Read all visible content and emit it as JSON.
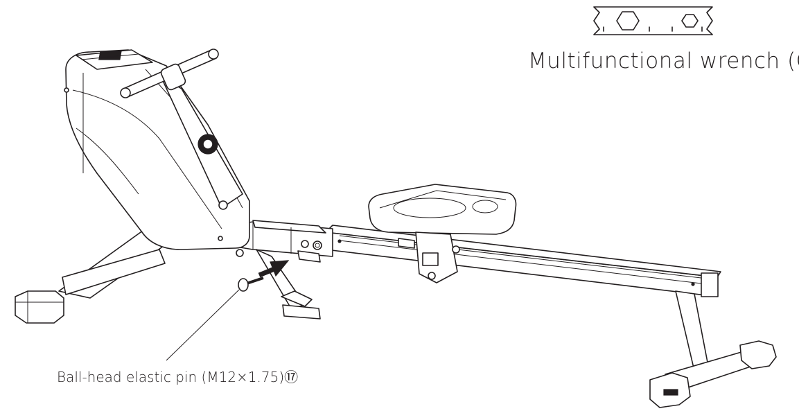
{
  "labels": {
    "wrench": "Multifunctional wrench (C)",
    "pin": "Ball-head elastic pin (M12×1.75)⑰"
  },
  "icons": [
    "wrench-icon",
    "rowing-machine-illustration",
    "ball-head-pin-icon",
    "insert-arrow-icon"
  ],
  "colors": {
    "line": "#231f20",
    "background": "#ffffff"
  }
}
